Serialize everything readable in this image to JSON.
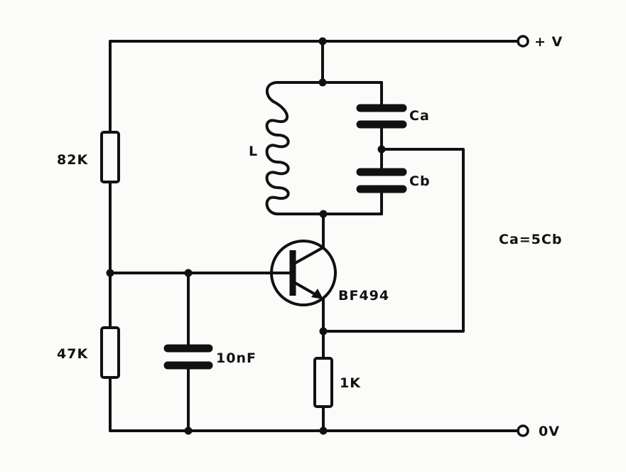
{
  "diagram": {
    "components": {
      "r1": "82K",
      "r2": "47K",
      "r3": "1K",
      "cap_bypass": "10nF",
      "inductor": "L",
      "cap_a": "Ca",
      "cap_b": "Cb",
      "transistor": "BF494"
    },
    "terminals": {
      "supply": "+ V",
      "ground": "0V"
    },
    "note": "Ca=5Cb"
  }
}
